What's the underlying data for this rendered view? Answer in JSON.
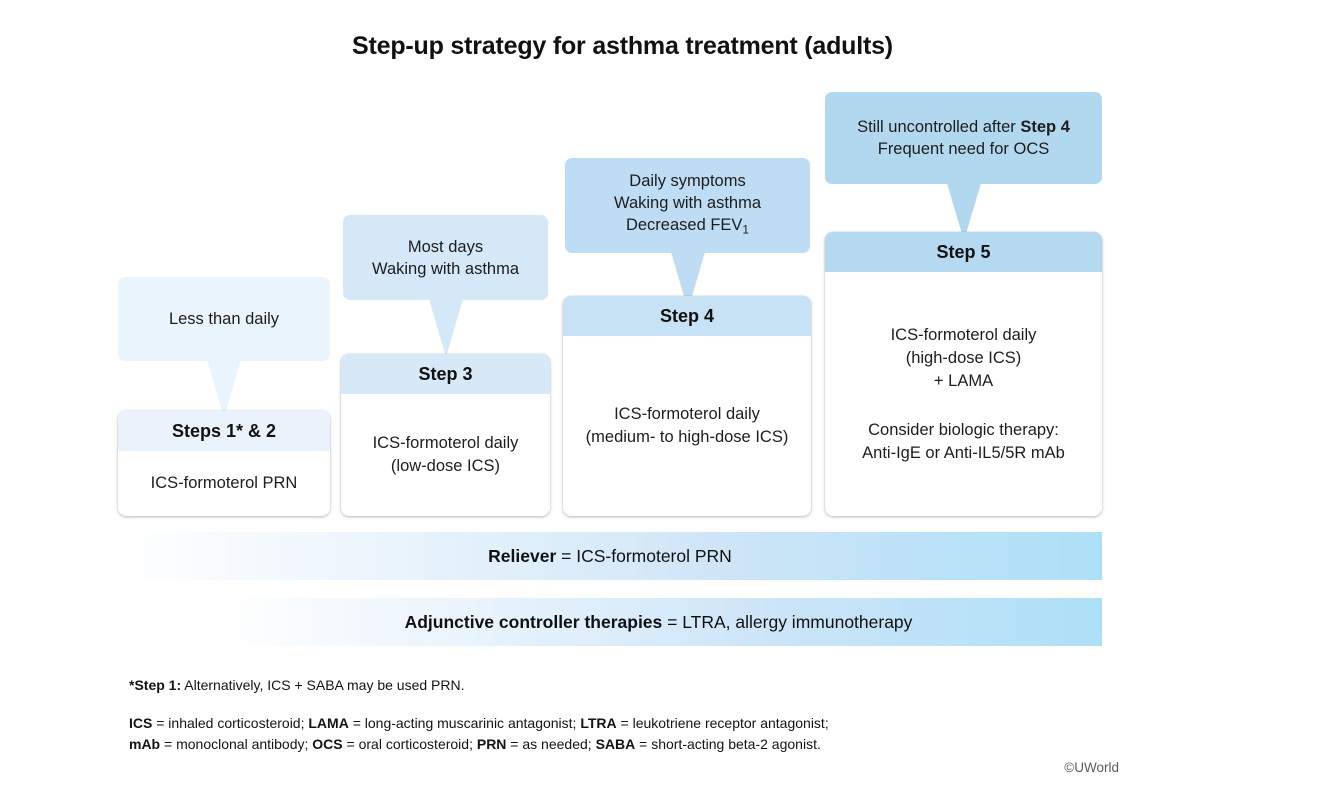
{
  "title": "Step-up strategy for asthma treatment (adults)",
  "colors": {
    "callout_step12": "#eaf4fc",
    "callout_step3": "#d5e8f8",
    "callout_step4": "#bedcf3",
    "callout_step5": "#b2d8ef",
    "head_step12": "#eaf3fb",
    "head_step3": "#d7e9f8",
    "head_step4": "#c7e2f5",
    "head_step5": "#b5d9f0",
    "bar_start": "#ffffff",
    "bar_end": "#ade0f8",
    "text": "#1a1a1a"
  },
  "steps": [
    {
      "id": "steps-1-2",
      "callout": "Less than daily",
      "header": "Steps 1* & 2",
      "body": "ICS-formoterol PRN"
    },
    {
      "id": "step-3",
      "callout_line1": "Most days",
      "callout_line2": "Waking with asthma",
      "header": "Step 3",
      "body_line1": "ICS-formoterol daily",
      "body_line2": "(low-dose ICS)"
    },
    {
      "id": "step-4",
      "callout_line1": "Daily symptoms",
      "callout_line2": "Waking with asthma",
      "callout_line3_pre": "Decreased FEV",
      "callout_line3_sub": "1",
      "header": "Step 4",
      "body_line1": "ICS-formoterol daily",
      "body_line2": "(medium- to high-dose ICS)"
    },
    {
      "id": "step-5",
      "callout_line1_pre": "Still uncontrolled after ",
      "callout_line1_bold": "Step 4",
      "callout_line2": "Frequent need for OCS",
      "header": "Step 5",
      "body_line1": "ICS-formoterol daily",
      "body_line2": "(high-dose ICS)",
      "body_line3": "+ LAMA",
      "body_line4": "Consider biologic therapy:",
      "body_line5": "Anti-IgE or Anti-IL5/5R mAb"
    }
  ],
  "bars": [
    {
      "label": "Reliever",
      "equals": " = ",
      "value": "ICS-formoterol PRN"
    },
    {
      "label": "Adjunctive controller therapies",
      "equals": " = ",
      "value": "LTRA, allergy immunotherapy"
    }
  ],
  "footnotes": {
    "star_step": "*Step 1:",
    "star_text": " Alternatively, ICS + SABA may be used PRN.",
    "abbrev_line1": [
      {
        "b": "ICS",
        "t": " = inhaled corticosteroid; "
      },
      {
        "b": "LAMA",
        "t": " = long-acting muscarinic antagonist; "
      },
      {
        "b": "LTRA",
        "t": " = leukotriene receptor antagonist;"
      }
    ],
    "abbrev_line2": [
      {
        "b": "mAb",
        "t": " = monoclonal antibody; "
      },
      {
        "b": "OCS",
        "t": " = oral corticosteroid; "
      },
      {
        "b": "PRN",
        "t": " = as needed; "
      },
      {
        "b": "SABA",
        "t": " = short-acting beta-2 agonist."
      }
    ]
  },
  "copyright": "©UWorld"
}
